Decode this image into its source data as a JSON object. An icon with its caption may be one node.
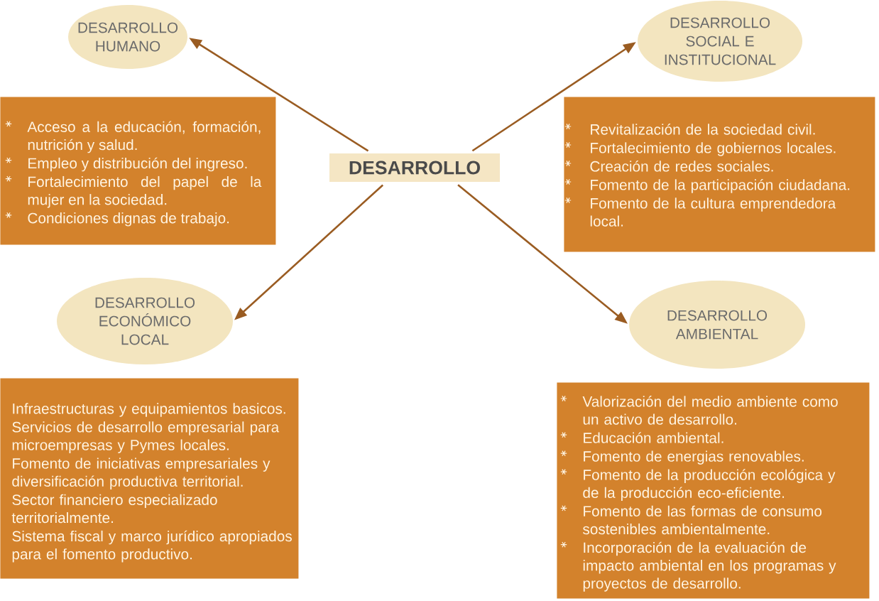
{
  "diagram": {
    "nodes": [
      {
        "text": [
          "DESARROLLO HUMANO"
        ]
      },
      {
        "text": [
          "DESARROLLO SOCIAL E INSTITUCIONAL"
        ]
      },
      {
        "text": [
          "Acceso a la educación, formación, nutrición y salud.",
          "Empleo y distribución del ingreso.",
          "Fortalecimiento del papel de la mujer en la sociedad.",
          "Condiciones dignas de trabajo."
        ]
      },
      {
        "text": [
          "Revitalización de la sociedad civil.",
          "Fortalecimiento de gobiernos locales.",
          "Creación de redes sociales.",
          "Fomento de la participación ciudadana.",
          "Fomento de la cultura emprendedora local."
        ]
      },
      {
        "text": [
          "DESARROLLO"
        ]
      },
      {
        "text": [
          "DESARROLLO ECONÓMICO LOCAL"
        ]
      },
      {
        "text": [
          "DESARROLLO AMBIENTAL"
        ]
      },
      {
        "text": [
          "Infraestructuras y equipamientos basicos.",
          "Servicios de desarrollo empresarial para microempresas y Pymes locales.",
          "Fomento de iniciativas empresariales y diversificación productiva territorial.",
          "Sector financiero especializado territorialmente.",
          "Sistema fiscal y marco jurídico apropiados para el fomento productivo."
        ]
      },
      {
        "text": [
          "Valorización del medio ambiente como un activo de desarrollo.",
          "Educación ambiental.",
          "Fomento de energias renovables.",
          "Fomento de la producción ecológica y de la producción eco-eficiente.",
          "Fomento de las formas de consumo sostenibles ambientalmente.",
          "Incorporación de la evaluación de impacto ambiental en los programas y proyectos de desarrollo."
        ]
      }
    ],
    "edges": [
      {
        "from": 4,
        "to": 0,
        "arrow": "to"
      },
      {
        "from": 4,
        "to": 1,
        "arrow": "to"
      },
      {
        "from": 4,
        "to": 5,
        "arrow": "to"
      },
      {
        "from": 4,
        "to": 6,
        "arrow": "to"
      }
    ]
  }
}
